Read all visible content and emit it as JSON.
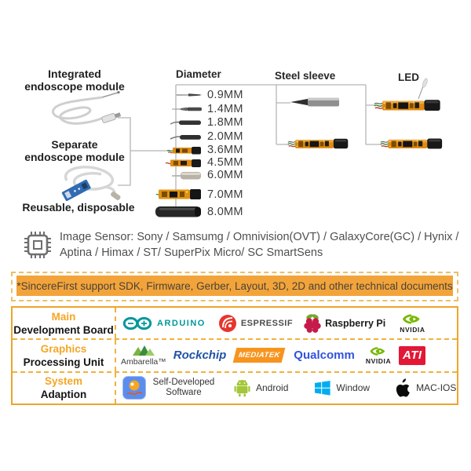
{
  "top": {
    "integrated_label": [
      "Integrated",
      "endoscope module"
    ],
    "separate_label": [
      "Separate",
      "endoscope module"
    ],
    "reusable_label": "Reusable, disposable",
    "diameter_label": "Diameter",
    "diameters": [
      "0.9MM",
      "1.4MM",
      "1.8MM",
      "2.0MM",
      "3.6MM",
      "4.5MM",
      "6.0MM",
      "7.0MM",
      "8.0MM"
    ],
    "steel_sleeve_label": "Steel sleeve",
    "led_label": "LED"
  },
  "sensor": {
    "line1": "Image Sensor: Sony / Samsumg / Omnivision(OVT) / GalaxyCore(GC) / Hynix /",
    "line2": "Aptina / Himax / ST/ SuperPix Micro/ SC SmartSens"
  },
  "banner": {
    "text": "*SincereFirst support SDK, Firmware, Gerber, Layout, 3D, 2D and other technical documents"
  },
  "table": {
    "rows": [
      {
        "label_accent": "Main",
        "label_main": "Development Board",
        "items": [
          {
            "label": "ARDUINO"
          },
          {
            "label": "ESPRESSIF"
          },
          {
            "label": "Raspberry Pi"
          },
          {
            "label": "NVIDIA"
          }
        ]
      },
      {
        "label_accent": "Graphics",
        "label_main": "Processing Unit",
        "items": [
          {
            "label": "Ambarella™"
          },
          {
            "label": "Rockchip"
          },
          {
            "label": "MEDIATEK"
          },
          {
            "label": "Qualcomm"
          },
          {
            "label": "NVIDIA"
          },
          {
            "label": "ATI"
          }
        ]
      },
      {
        "label_accent": "System",
        "label_main": "Adaption",
        "items": [
          {
            "label": "Self-Developed Software"
          },
          {
            "label": "Android"
          },
          {
            "label": "Window"
          },
          {
            "label": "MAC-IOS"
          }
        ]
      }
    ]
  },
  "colors": {
    "accent_orange": "#F5A623",
    "banner_fill": "#F2A43B",
    "arduino_teal": "#00979C",
    "espressif_red": "#E7352C",
    "raspberry_red": "#C51A4A",
    "nvidia_green": "#76B900",
    "rockchip_blue": "#2053A4",
    "mediatek_orange": "#F7941E",
    "qualcomm_blue": "#3253DC",
    "ati_red": "#E21836",
    "android_green": "#A4C639",
    "windows_blue": "#00ADEF"
  }
}
